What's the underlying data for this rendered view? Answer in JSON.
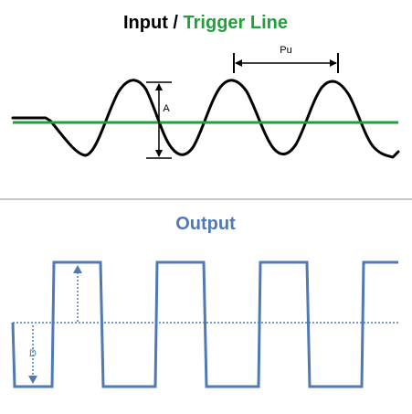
{
  "input_panel": {
    "title_input": "Input",
    "title_separator": " / ",
    "title_trigger": "Trigger Line",
    "amplitude_label": "A",
    "period_label": "Pu"
  },
  "output_panel": {
    "title": "Output",
    "duty_label": "D"
  },
  "colors": {
    "trigger_line": "#1fa03a",
    "output_wave": "#4f7ab5",
    "input_wave": "#000000",
    "divider": "#8a8a8a"
  }
}
